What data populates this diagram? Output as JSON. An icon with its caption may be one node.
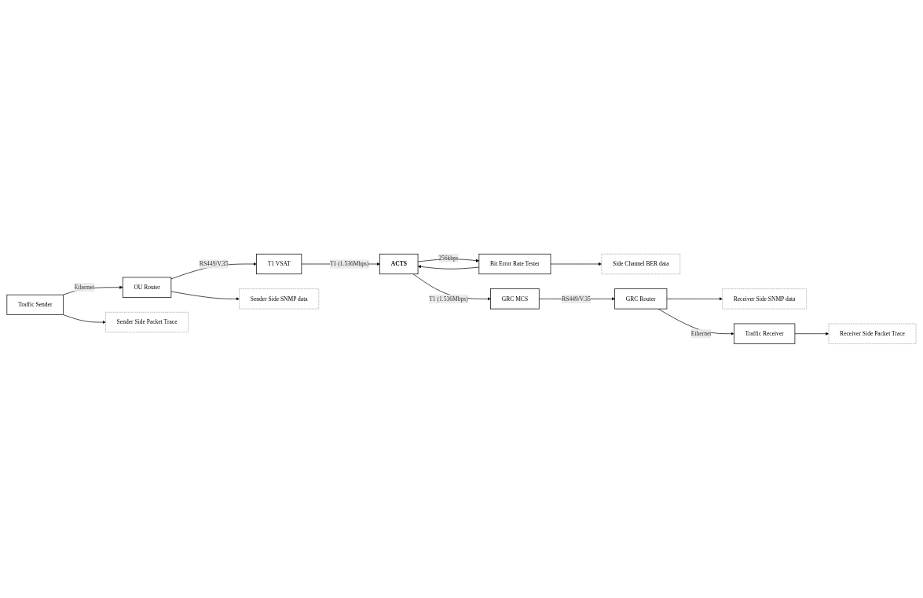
{
  "diagram": {
    "nodes": [
      {
        "text": [
          "Traffic Sender"
        ]
      },
      {
        "text": [
          "OU Router"
        ]
      },
      {
        "text": [
          "T1 VSAT"
        ]
      },
      {
        "text": [
          "Sender Side Packet Trace"
        ]
      },
      {
        "text": [
          "Sender Side SNMP data"
        ]
      },
      {
        "text": [
          "Bit Error Rate Tester"
        ]
      },
      {
        "text": [
          "Side Channel BER data"
        ]
      },
      {
        "text": [
          "ACTS"
        ]
      },
      {
        "text": [
          "Receiver Side Packet Trace"
        ]
      },
      {
        "text": [
          "Receiver Side SNMP data"
        ]
      },
      {
        "text": [
          "Traffic Receiver"
        ]
      },
      {
        "text": [
          "GRC Router"
        ]
      },
      {
        "text": [
          "GRC MCS"
        ]
      }
    ],
    "edges": [
      {
        "from": 0,
        "to": 1,
        "arrow": "to",
        "label": "Ethernet"
      },
      {
        "from": 1,
        "to": 2,
        "arrow": "to",
        "label": "RS449/V.35"
      },
      {
        "from": 0,
        "to": 3,
        "arrow": "to"
      },
      {
        "from": 1,
        "to": 4,
        "arrow": "to"
      },
      {
        "from": 2,
        "to": 7,
        "arrow": "to",
        "label": "T1 (1.536Mbps)"
      },
      {
        "from": 5,
        "to": 6,
        "arrow": "to"
      },
      {
        "from": 7,
        "to": 5,
        "arrow": "to",
        "label": "256kbps"
      },
      {
        "from": 5,
        "to": 7,
        "arrow": "to"
      },
      {
        "from": 7,
        "to": 12,
        "arrow": "to",
        "label": "T1 (1.536Mbps)"
      },
      {
        "from": 12,
        "to": 11,
        "arrow": "to",
        "label": "RS449/V.35"
      },
      {
        "from": 11,
        "to": 10,
        "arrow": "to",
        "label": "Ethernet"
      },
      {
        "from": 10,
        "to": 8,
        "arrow": "to"
      },
      {
        "from": 11,
        "to": 9,
        "arrow": "to"
      }
    ]
  }
}
